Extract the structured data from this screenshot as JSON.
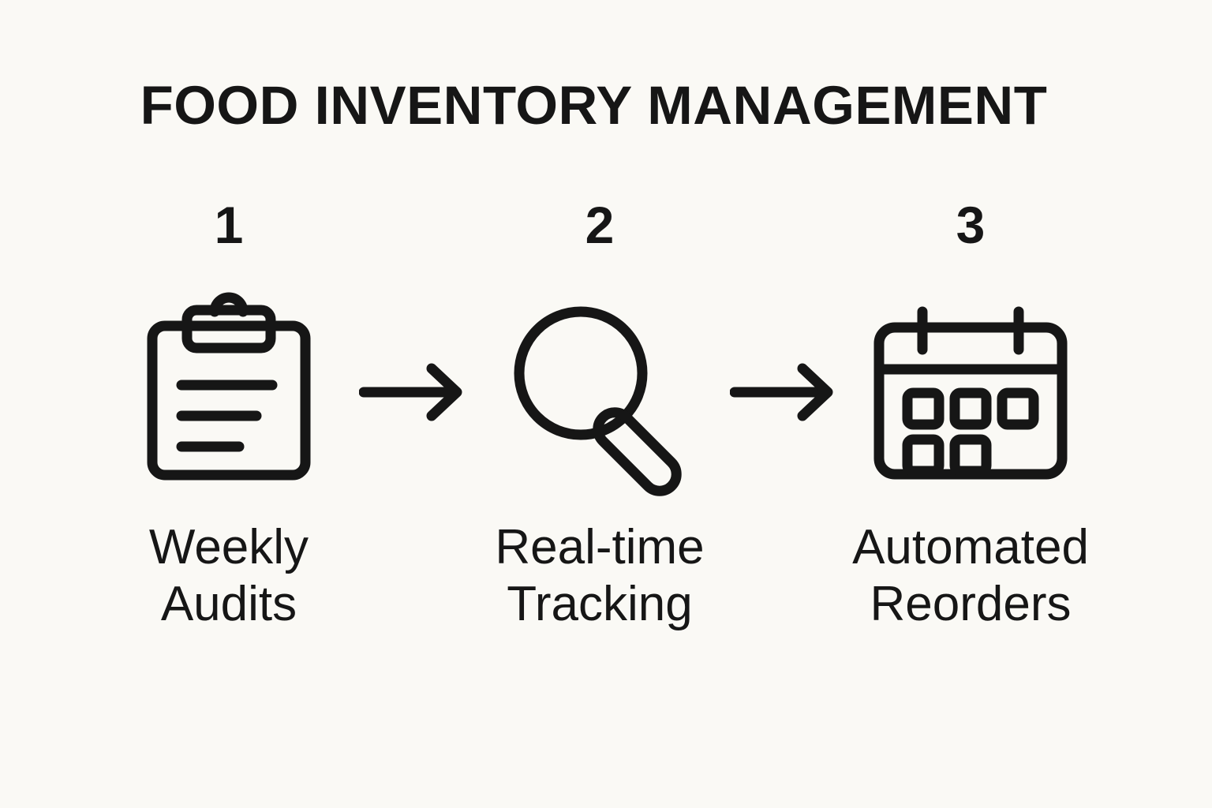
{
  "page": {
    "background_color": "#faf9f5",
    "ink_color": "#161616"
  },
  "header": {
    "title": "FOOD INVENTORY MANAGEMENT"
  },
  "process": {
    "connector_icon": "arrow-right-icon",
    "steps": [
      {
        "number": "1",
        "icon": "clipboard-icon",
        "label": "Weekly\nAudits"
      },
      {
        "number": "2",
        "icon": "magnifier-icon",
        "label": "Real-time\nTracking"
      },
      {
        "number": "3",
        "icon": "calendar-icon",
        "label": "Automated\nReorders"
      }
    ]
  }
}
